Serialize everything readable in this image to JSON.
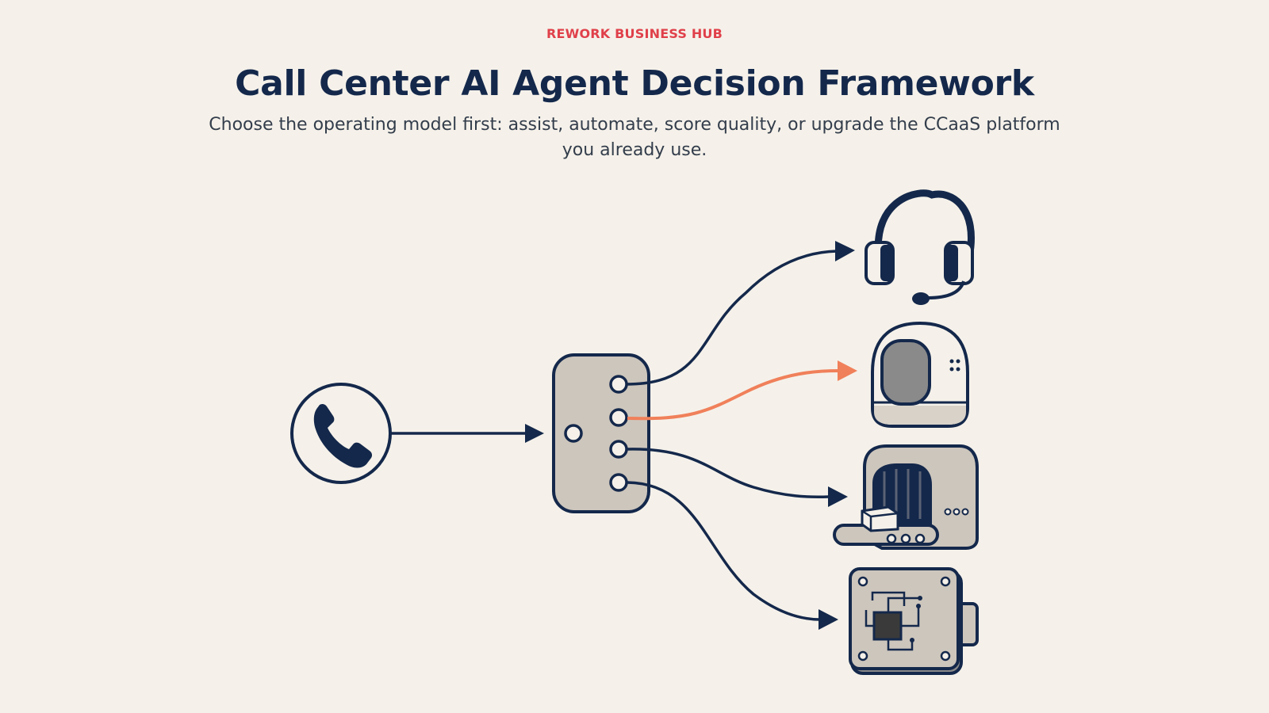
{
  "header": {
    "brand": "REWORK BUSINESS HUB",
    "title": "Call Center AI Agent Decision Framework",
    "subtitle": "Choose the operating model first: assist, automate, score quality, or upgrade the CCaaS platform you already use."
  },
  "diagram": {
    "source": {
      "icon": "phone-icon"
    },
    "router": {
      "icon": "router-switch-icon",
      "outputs": 4,
      "highlighted_output": 2
    },
    "destinations": [
      {
        "icon": "headset-icon",
        "highlighted": false
      },
      {
        "icon": "robot-head-icon",
        "highlighted": true
      },
      {
        "icon": "conveyor-machine-icon",
        "highlighted": false
      },
      {
        "icon": "circuit-board-icon",
        "highlighted": false
      }
    ],
    "colors": {
      "background": "#f5f1ea",
      "ink": "#14284b",
      "brand": "#e0404a",
      "highlight": "#f0805a",
      "panel": "#cdc6bc",
      "dark_gray": "#8a8a8a"
    }
  }
}
